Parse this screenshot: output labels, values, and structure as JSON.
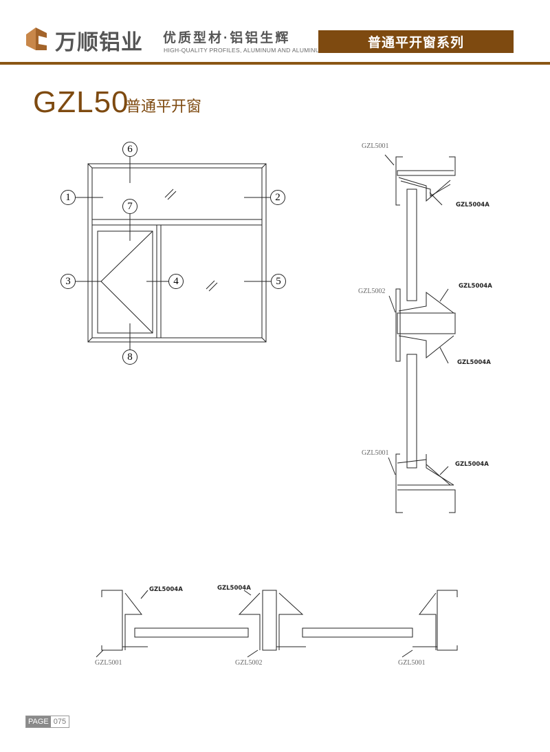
{
  "header": {
    "brand_name": "万顺铝业",
    "slogan": "优质型材·铝铝生辉",
    "slogan_en": "HIGH-QUALITY PROFILES, ALUMINUM AND ALUMINUM",
    "series": "普通平开窗系列",
    "brand_color": "#7e4a10"
  },
  "title": {
    "model": "GZL50",
    "name": "普通平开窗"
  },
  "elevation": {
    "callouts": [
      "1",
      "2",
      "3",
      "4",
      "5",
      "6",
      "7",
      "8"
    ]
  },
  "vertical_section": {
    "labels": [
      "GZL5001",
      "GZL5004A",
      "GZL5002",
      "GZL5004A",
      "GZL5004A",
      "GZL5001",
      "GZL5004A"
    ]
  },
  "horizontal_section": {
    "labels": [
      "GZL5004A",
      "GZL5004A",
      "GZL5001",
      "GZL5002",
      "GZL5001"
    ]
  },
  "footer": {
    "page_label": "PAGE",
    "page_number": "075"
  }
}
